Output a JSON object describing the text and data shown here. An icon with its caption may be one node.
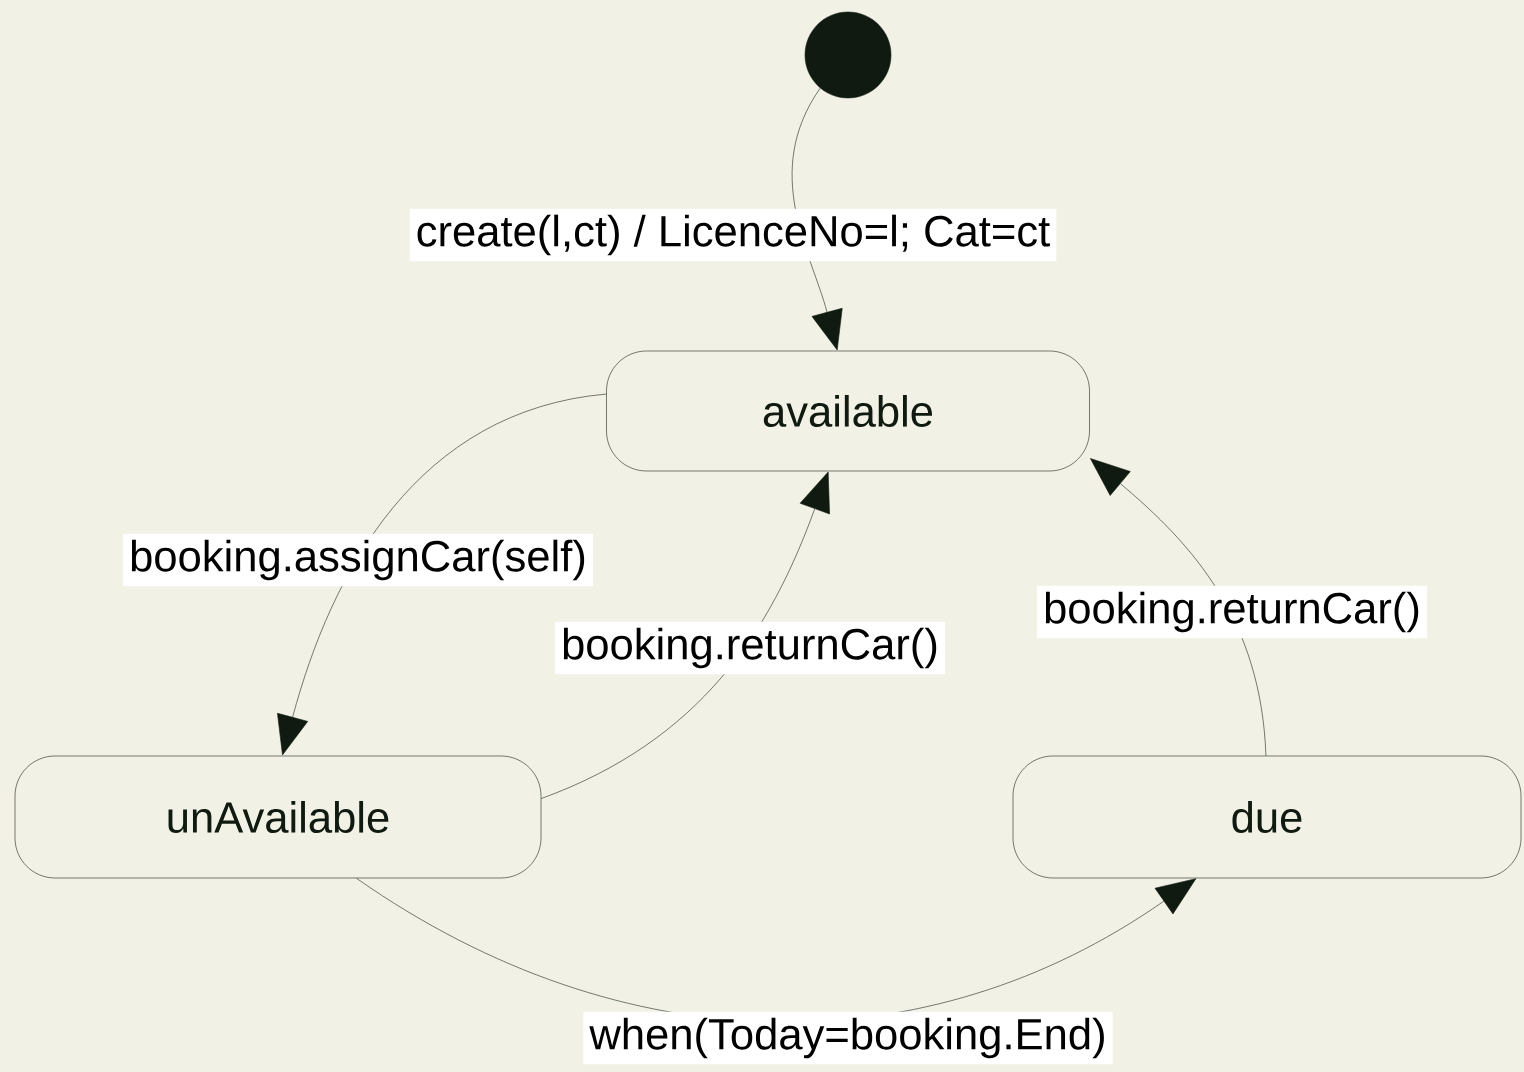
{
  "diagram": {
    "nodes": [
      {
        "text": [],
        "shape": "circle"
      },
      {
        "text": [
          "available"
        ]
      },
      {
        "text": [
          "unAvailable"
        ]
      },
      {
        "text": [
          "due"
        ]
      }
    ],
    "edges": [
      {
        "from": 0,
        "to": 1,
        "arrow": "to",
        "label": "create(l,ct) / LicenceNo=l; Cat=ct"
      },
      {
        "from": 1,
        "to": 2,
        "arrow": "to",
        "label": "booking.assignCar(self)"
      },
      {
        "from": 2,
        "to": 1,
        "arrow": "to",
        "label": "booking.returnCar()"
      },
      {
        "from": 2,
        "to": 3,
        "arrow": "to",
        "label": "when(Today=booking.End)"
      },
      {
        "from": 3,
        "to": 1,
        "arrow": "to",
        "label": "booking.returnCar()"
      }
    ]
  }
}
